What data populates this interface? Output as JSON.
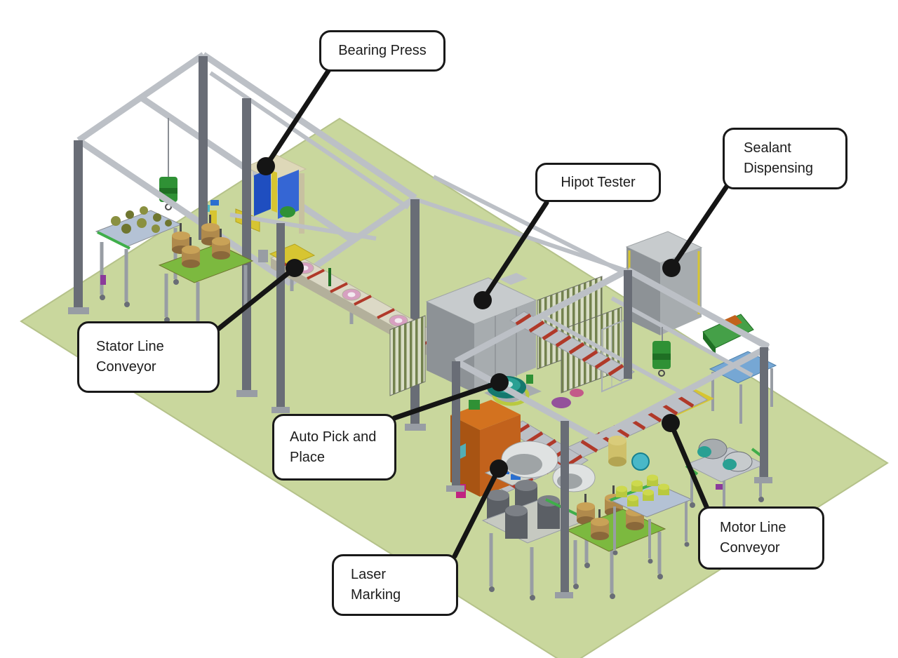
{
  "callouts": [
    {
      "id": "bearing-press",
      "lines": [
        "Bearing Press"
      ]
    },
    {
      "id": "hipot-tester",
      "lines": [
        "Hipot Tester"
      ]
    },
    {
      "id": "sealant-dispensing",
      "lines": [
        "Sealant",
        "Dispensing"
      ]
    },
    {
      "id": "stator-line-conveyor",
      "lines": [
        "Stator Line",
        "Conveyor"
      ]
    },
    {
      "id": "auto-pick-and-place",
      "lines": [
        "Auto Pick and",
        "Place"
      ]
    },
    {
      "id": "laser-marking",
      "lines": [
        "Laser",
        "Marking"
      ]
    },
    {
      "id": "motor-line-conveyor",
      "lines": [
        "Motor Line",
        "Conveyor"
      ]
    }
  ],
  "colors": {
    "leader": "#151515",
    "callout_bg": "#ffffff",
    "callout_border": "#191919",
    "callout_text": "#1c1c1c",
    "floor": "#c9d79d",
    "floor_edge": "#b5c28a",
    "steel_light": "#bcc0c6",
    "steel_mid": "#989da4",
    "steel_dark": "#696d76",
    "machine_top": "#c7cbcd",
    "machine_left": "#8d9296",
    "machine_right": "#a7acaf",
    "blue_panel": "#1f4ec0",
    "blue_panel2": "#3566d4",
    "yellow": "#d7c531",
    "yellow_dark": "#b3a21e",
    "roller_red": "#b03929",
    "bed": "#dcd9c6",
    "bed_side": "#b3b09b",
    "pink": "#d7a0c1",
    "pink_light": "#f3eaf0",
    "teal": "#2aa093",
    "teal_dark": "#15786e",
    "teal_light": "#bfe8e2",
    "orange_top": "#d3721f",
    "orange_left": "#a85413",
    "orange_right": "#c2621c",
    "magenta": "#c02380",
    "hoist_green": "#2f9135",
    "hoist_dark": "#1f6f24",
    "green_accent": "#3fae4a",
    "table_green": "#7cb93f",
    "ramp_green": "#45a048",
    "bronze": "#b08a4c",
    "bronze_light": "#c9a257",
    "bronze_dark": "#8a683a",
    "shaft": "#4a4a4a",
    "housing": "#5b5f65",
    "housing_top": "#7c8086",
    "motor_yellow": "#b9c93f",
    "motor_yellow_light": "#cdd94e",
    "deck_blue": "#b4c2d5",
    "table_blue": "#76a7d4",
    "olive": "#8a9040",
    "olive_dark": "#6f7630",
    "stripe_bg": "#d8ddc5",
    "stripe_fg": "#73824e",
    "purple": "#8b3a9b",
    "cream": "#ded8b8",
    "cream_dark": "#c7c1a0",
    "gray_machine": "#dfe2e2",
    "gray_machine_dark": "#9fa4a6",
    "cyan": "#49b8c8",
    "blue_tray": "#2a6fd0",
    "cable": "#8a8e94",
    "fence": "#aab0b6"
  }
}
